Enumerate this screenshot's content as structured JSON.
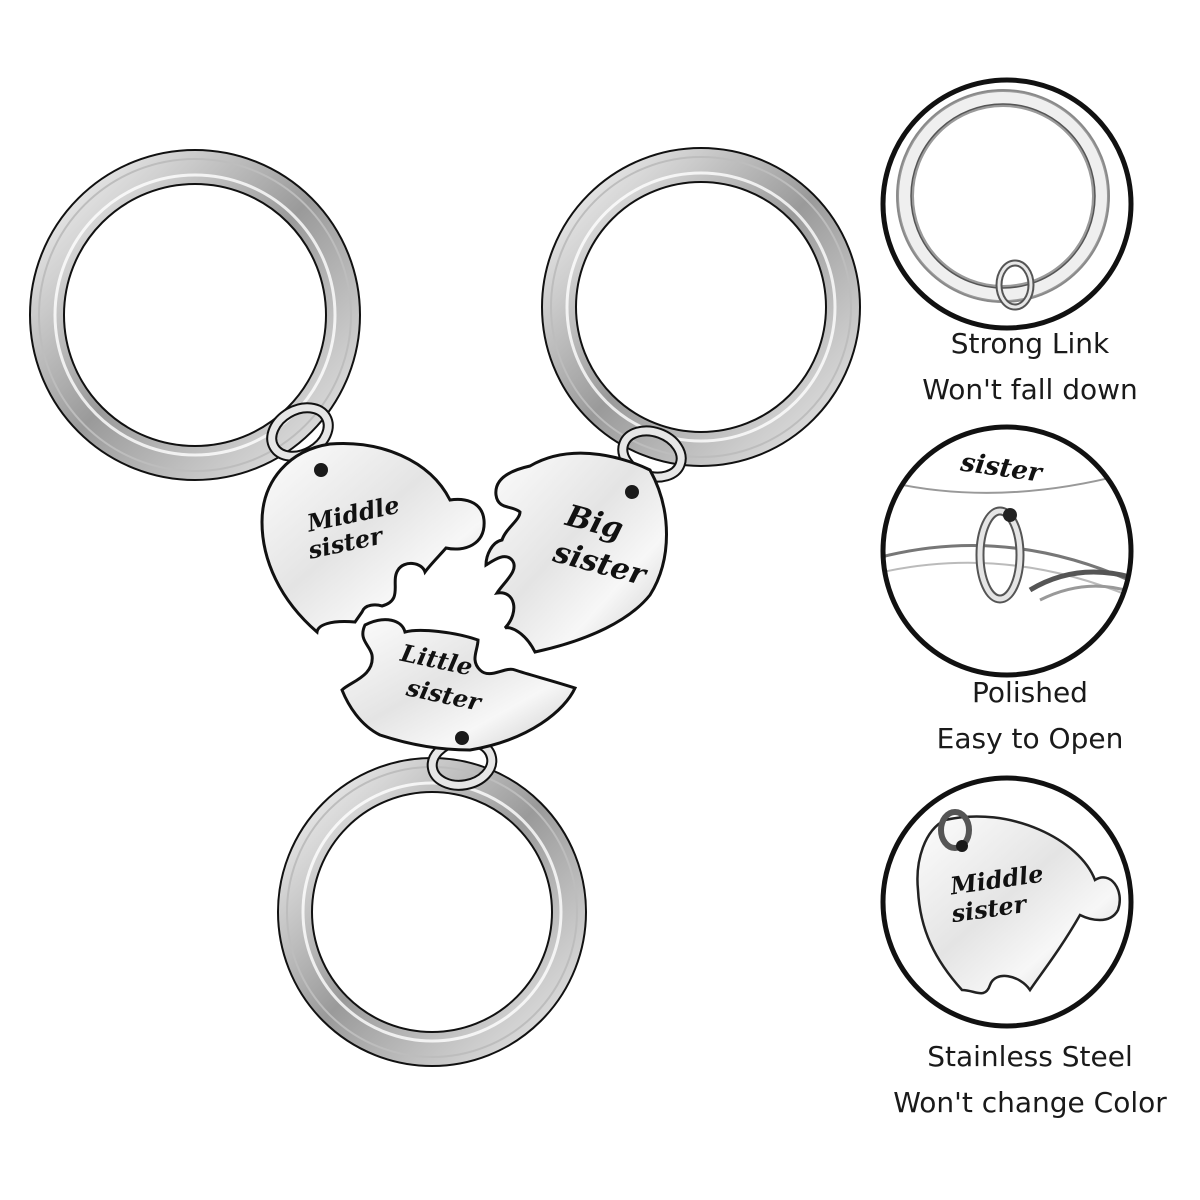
{
  "colors": {
    "background": "#ffffff",
    "metal_light": "#fbfbfb",
    "metal_mid": "#d9d9d9",
    "metal_dark": "#6d6d6d",
    "outline": "#111111",
    "engraving": "#111111"
  },
  "product": {
    "pieces": [
      {
        "id": "middle",
        "line1": "Middle",
        "line2": "sister"
      },
      {
        "id": "big",
        "line1": "Big",
        "line2": "sister"
      },
      {
        "id": "little",
        "line1": "Little",
        "line2": "sister"
      }
    ]
  },
  "features": [
    {
      "icon": "split-ring-closeup",
      "line1": "Strong Link",
      "line2": "Won't fall down"
    },
    {
      "icon": "jump-ring-closeup",
      "detail_text": "sister",
      "line1": "Polished",
      "line2": "Easy to Open"
    },
    {
      "icon": "engraved-pendant-closeup",
      "detail_line1": "Middle",
      "detail_line2": "sister",
      "line1": "Stainless Steel",
      "line2": "Won't change Color"
    }
  ]
}
